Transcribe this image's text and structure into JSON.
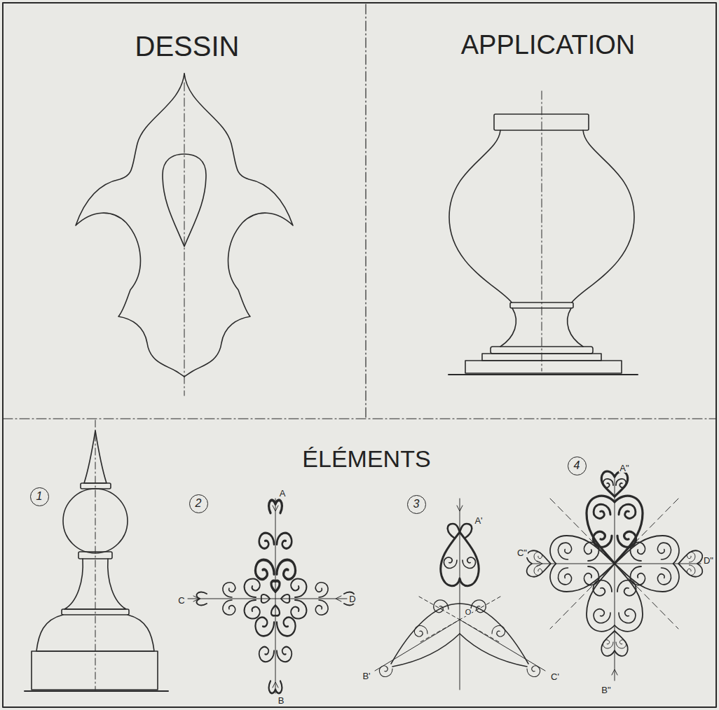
{
  "diagram": {
    "nodes": [
      {
        "text": [
          "1"
        ]
      },
      {
        "text": [
          "2"
        ]
      },
      {
        "text": [
          "3"
        ]
      },
      {
        "text": [
          "4"
        ]
      }
    ],
    "labels": [
      "DESSIN",
      "APPLICATION",
      "ÉLÉMENTS",
      "A",
      "B",
      "C",
      "D",
      "A'",
      "B'",
      "C'",
      "O",
      "A\"",
      "B\"",
      "C\"",
      "D\""
    ]
  }
}
